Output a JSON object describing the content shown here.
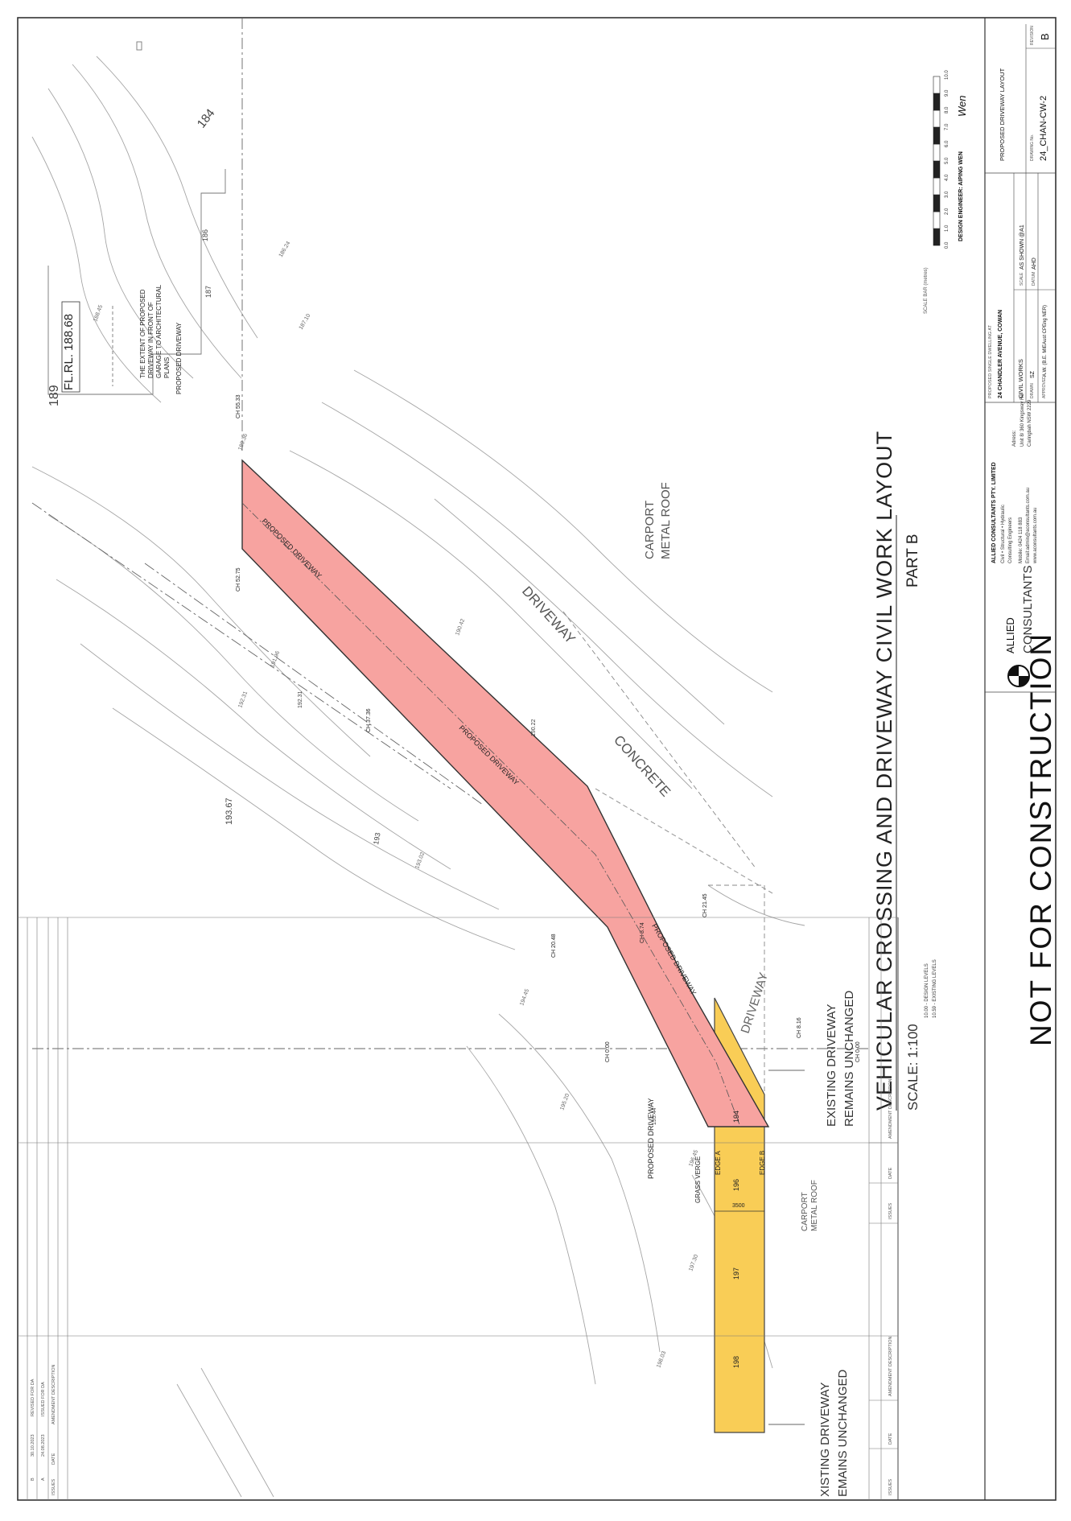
{
  "colors": {
    "proposed_driveway_fill": "#f7a3a0",
    "existing_driveway_fill": "#f9cd56",
    "linework": "#555555",
    "contour": "#9a9a9a",
    "border": "#333333"
  },
  "drawing": {
    "main_title": "VEHICULAR CROSSING AND DRIVEWAY CIVIL WORK LAYOUT",
    "part": "PART B",
    "scale": "SCALE: 1:100",
    "legend_design": "10.00 - DESIGN LEVELS",
    "legend_existing": "10.59 - EXISTING LEVELS",
    "scale_bar_caption": "SCALE BAR (metres)",
    "scale_bar_ticks": [
      "0.0",
      "1.0",
      "2.0",
      "3.0",
      "4.0",
      "5.0",
      "6.0",
      "7.0",
      "8.0",
      "9.0",
      "10.0"
    ],
    "design_engineer": "DESIGN ENGINEER: AIPING WEN",
    "signature": "Wen"
  },
  "annotations": {
    "fl_rl": "FL.RL. 188.68",
    "extent_note": [
      "THE EXTENT OF PROPOSED",
      "DRIVEWAY IN FRONT OF",
      "GARAGE TO ARCHITECTURAL",
      "PLANS"
    ],
    "proposed_driveway": "PROPOSED DRIVEWAY",
    "carport_metal_roof": [
      "CARPORT",
      "METAL ROOF"
    ],
    "driveway": "DRIVEWAY",
    "concrete": "CONCRETE",
    "existing_driveway_1": [
      "EXISTING DRIVEWAY",
      "REMAINS UNCHANGED"
    ],
    "existing_driveway_2": [
      "XISTING DRIVEWAY",
      "EMAINS UNCHANGED"
    ],
    "grass_verge": "GRASS VERGE",
    "edge_a": "EDGE A",
    "edge_b": "EDGE B",
    "width": "3500",
    "chainages": [
      "CH 0.00",
      "CH 0.00",
      "CH 8.74",
      "CH 20.48",
      "CH 37.36",
      "CH 52.75",
      "CH 55.33",
      "CH 21.45",
      "CH 8.16"
    ],
    "spot_levels": [
      "189",
      "184",
      "186",
      "187",
      "193.67",
      "193",
      "196",
      "197",
      "198",
      "194",
      "195.44",
      "192.31",
      "190.22"
    ],
    "contour_labels": [
      "186.24",
      "187.10",
      "188.45",
      "189.36",
      "190.42",
      "191.96",
      "192.31",
      "193.02",
      "194.45",
      "195.20",
      "196.45",
      "197.30",
      "198.03"
    ]
  },
  "notice": "NOT FOR CONSTRUCTION",
  "firm": {
    "logo_line1": "ALLIED",
    "logo_line2": "CONSULTANTS",
    "name": "ALLIED CONSULTANTS PTY. LIMITED",
    "services": "Civil • Structural • Hydraulic",
    "subtitle": "Consulting Engineers",
    "mobile": "Mobile: 0424 118 883",
    "email": "Email:admin@aconsultants.com.au",
    "web": "www.aconsultants.com.au",
    "address_label": "Adress:",
    "address_1": "Unit 8/ 360 Kingsway Rd",
    "address_2": "Caringbah NSW 2229"
  },
  "title_block": {
    "project_caption": "PROPOSED SINGLE DWELLING AT",
    "project": "24 CHANDLER AVENUE, COWAN",
    "discipline": "CIVIL WORKS",
    "drawn_caption": "DRAWN",
    "drawn": "SZ",
    "approved_caption": "APPROVED",
    "approved": "A.W. (B.E. MIEAust CPEng NER)",
    "scale_caption": "SCALE",
    "scale": "AS SHOWN @A1",
    "datum_caption": "DATUM",
    "datum": "AHD",
    "sheet_title": "PROPOSED DRIVEWAY LAYOUT",
    "drawing_no_caption": "DRAWING No.",
    "drawing_no": "24_CHAN-CW-2",
    "revision_caption": "REVISION",
    "revision": "B"
  },
  "revisions": {
    "headers": [
      "ISSUES",
      "DATE",
      "AMENDMENT DESCRIPTION"
    ],
    "rows": [
      {
        "issue": "B",
        "date": "30.10.2023",
        "description": "REVISED FOR DA"
      },
      {
        "issue": "A",
        "date": "24.08.2023",
        "description": "ISSUED FOR DA"
      }
    ]
  }
}
